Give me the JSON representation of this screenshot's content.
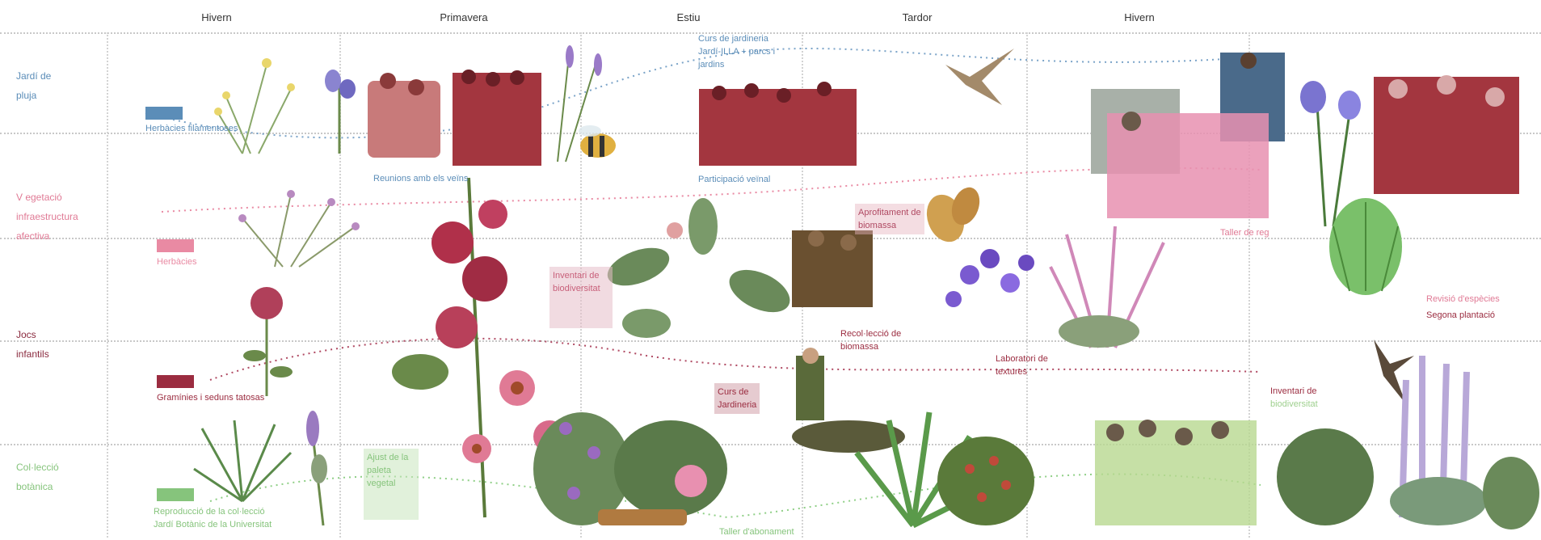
{
  "seasons": [
    "Hivern",
    "Primavera",
    "Estiu",
    "Tardor",
    "Hivern"
  ],
  "rows": [
    {
      "lines": [
        "Jardí de",
        "pluja"
      ],
      "color": "#5b8db8"
    },
    {
      "lines": [
        "V egetació",
        "infraestructura",
        "afectiva"
      ],
      "color": "#e07a95"
    },
    {
      "lines": [
        "Jocs",
        "infantils"
      ],
      "color": "#8a2a3e"
    },
    {
      "lines": [
        "Col·lecció",
        "botànica"
      ],
      "color": "#7fc07a"
    }
  ],
  "legend": [
    {
      "label": "Herbàcies filamentoses",
      "color": "#5b8db8"
    },
    {
      "label": "Herbàcies",
      "color": "#e98aa3"
    },
    {
      "label": "Gramínies i seduns tatosas",
      "color": "#9b2c40"
    },
    {
      "label": "Reproducció de la col·lecció",
      "label2": "Jardí Botànic de la Universitat",
      "color": "#86c47c"
    }
  ],
  "annotations": {
    "reunions": "Reunions amb els veïns",
    "curs_top": [
      "Curs de jardineria",
      "Jardí-ILLA  + parcs i",
      "jardins"
    ],
    "participacio": "Participació veïnal",
    "aprofitament": [
      "Aprofitament de",
      "biomassa"
    ],
    "inventari_bio": [
      "Inventari de",
      "biodiversitat"
    ],
    "recollecio": [
      "Recol·lecció de",
      "biomassa"
    ],
    "laboratori": [
      "Laboratori de",
      "textures"
    ],
    "curs_jardineria": [
      "Curs de",
      "Jardineria"
    ],
    "taller_reg": "Taller de reg",
    "revisio": "Revisió d'espècies",
    "segona": "Segona plantació",
    "inventari2": [
      "Inventari de",
      "biodiversitat"
    ],
    "ajust": [
      "Ajust de la",
      "paleta vegetal"
    ],
    "taller_abonament": "Taller d'abonament"
  },
  "colors": {
    "blue": "#5b8db8",
    "pink": "#e07a95",
    "maroon": "#8a2a3e",
    "green": "#86c47c",
    "dotted_grid": "#c8c8c8"
  }
}
